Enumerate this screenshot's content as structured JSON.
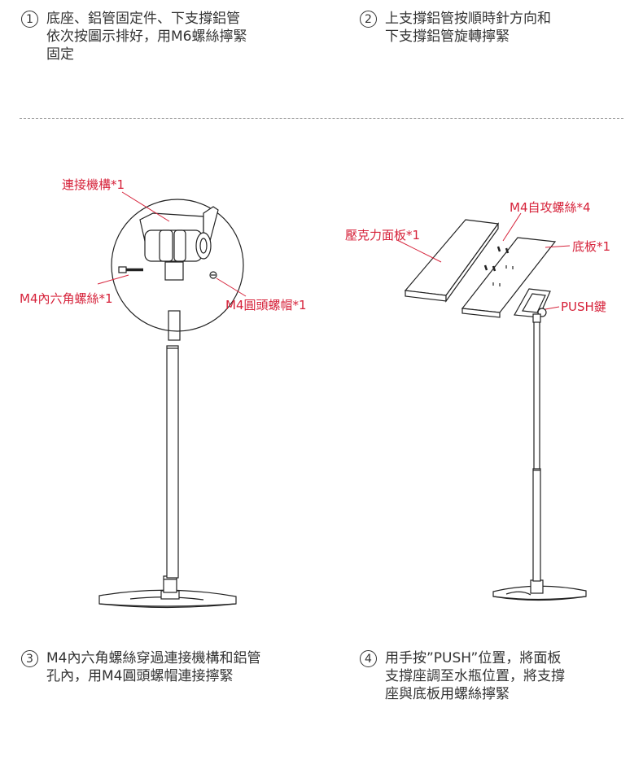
{
  "steps": [
    {
      "num": "1",
      "lines": [
        "底座、鋁管固定件、下支撐鋁管",
        "依次按圖示排好，用M6螺絲擰緊",
        "固定"
      ]
    },
    {
      "num": "2",
      "lines": [
        "上支撐鋁管按順時針方向和",
        "下支撐鋁管旋轉擰緊"
      ]
    },
    {
      "num": "3",
      "lines": [
        "M4內六角螺絲穿過連接機構和鋁管",
        "孔內，用M4圓頭螺帽連接擰緊"
      ]
    },
    {
      "num": "4",
      "lines": [
        "用手按”PUSH”位置，將面板",
        "支撐座調至水瓶位置，將支撐",
        "座與底板用螺絲擰緊"
      ]
    }
  ],
  "labels": {
    "connector": "連接機構*1",
    "hex_screw": "M4內六角螺絲*1",
    "round_nut": "M4圓頭螺帽*1",
    "self_tap_screw": "M4自攻螺絲*4",
    "acrylic_panel": "壓克力面板*1",
    "base_plate": "底板*1",
    "push_key": "PUSH鍵"
  },
  "colors": {
    "label": "#d6223a",
    "text": "#333333",
    "line_art": "#222222",
    "divider": "#9a9a9a"
  }
}
